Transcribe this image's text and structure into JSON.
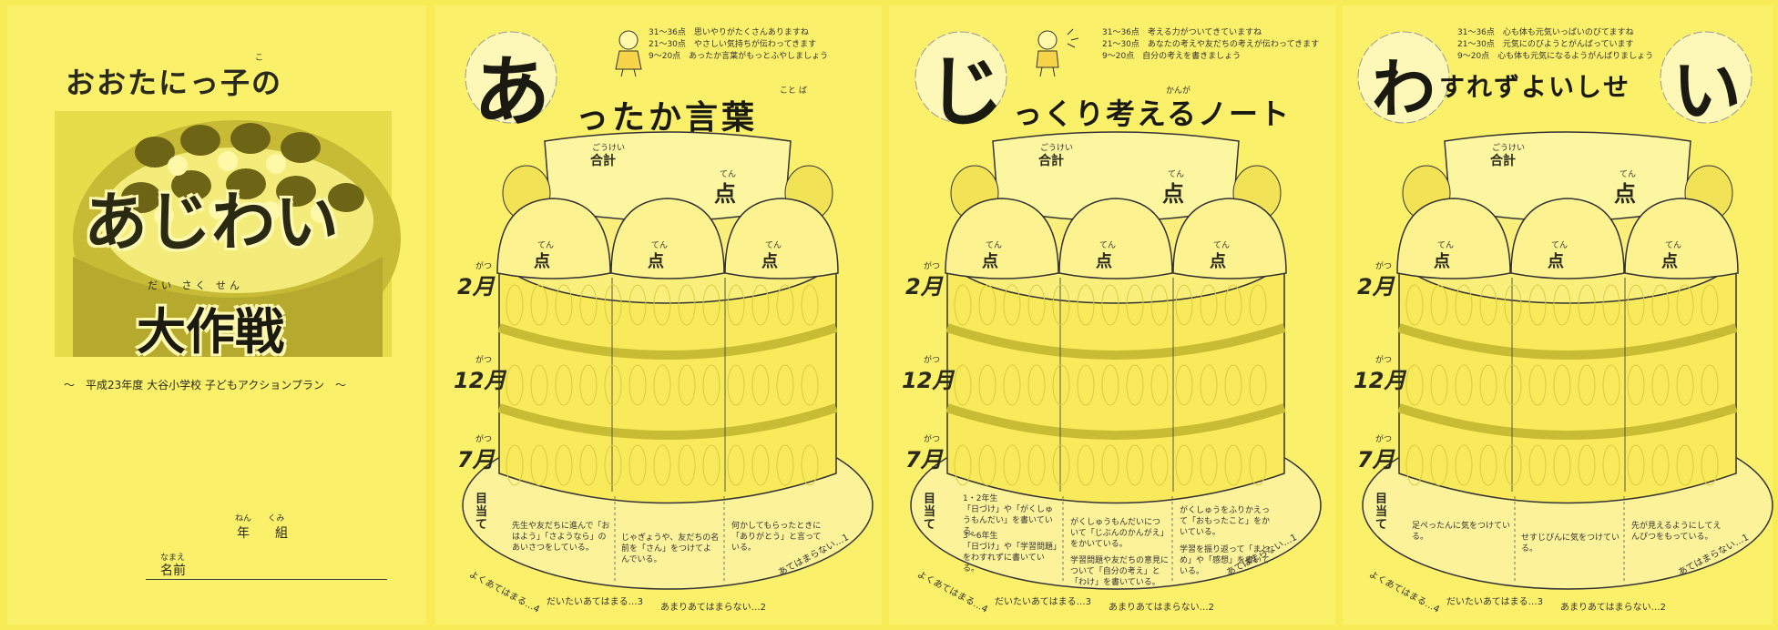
{
  "cover": {
    "title": "おおたにっ子の",
    "title_ruby": "こ",
    "main_title_1": "あじわい",
    "main_title_2_ruby": "だい さく せん",
    "main_title_2": "大作戦",
    "subtitle": "～　平成23年度 大谷小学校 子どもアクションプラン　～",
    "class_label": "年　　組",
    "class_ruby": "ねん　　くみ",
    "name_label": "名前",
    "name_ruby": "なまえ"
  },
  "common": {
    "total_label": "合計",
    "total_ruby": "ごうけい",
    "point": "点",
    "point_ruby": "てん",
    "months": [
      "2月",
      "12月",
      "7月"
    ],
    "month_ruby": "がつ",
    "goal_label": "目当て",
    "scale": [
      "よくあてはまる…4",
      "だいたいあてはまる…3",
      "あまりあてはまらない…2",
      "あてはまらない…1"
    ]
  },
  "panels": [
    {
      "title_big": "あ",
      "title_rest": "ったか言葉",
      "title_ruby": "こと ば",
      "legend": [
        "31～36点　思いやりがたくさんありますね",
        "21～30点　やさしい気持ちが伝わってきます",
        "9～20点　あったか言葉がもっとふやしましょう"
      ],
      "goals": [
        "先生や友だちに進んで「おはよう」「さようなら」のあいさつをしている。",
        "じゃぎょうや、友だちの名前を「さん」をつけてよんでいる。",
        "何かしてもらったときに「ありがとう」と言っている。"
      ]
    },
    {
      "title_big": "じ",
      "title_rest": "っくり考えるノート",
      "title_ruby": "かんが",
      "legend": [
        "31～36点　考える力がついてきていますね",
        "21～30点　あなたの考えや友だちの考えが伝わってきます",
        "9～20点　自分の考えを書きましょう"
      ],
      "goal_note_1": "1・2年生",
      "goal_note_2": "3～6年生",
      "goals": [
        "「日づけ」や「がくしゅうもんだい」を書いている。",
        "「日づけ」や「学習問題」をわすれずに書いている。",
        "がくしゅうもんだいについて「じぶんのかんがえ」をかいている。",
        "学習問題や友だちの意見について「自分の考え」と「わけ」を書いている。",
        "がくしゅうをふりかえって「おもったこと」をかいている。",
        "学習を振り返って「まとめ」や「感想」を書いている。"
      ]
    },
    {
      "title_big_1": "わ",
      "title_rest": "すれずよいしせ",
      "title_big_2": "い",
      "legend": [
        "31～36点　心も体も元気いっぱいのびてますね",
        "21～30点　元気にのびようとがんばっています",
        "9～20点　心も体も元気になるようがんばりましょう"
      ],
      "goals": [
        "足ぺったんに気をつけている。",
        "せすじぴんに気をつけている。",
        "先が見えるようにしてえんぴつをもっている。"
      ]
    }
  ]
}
